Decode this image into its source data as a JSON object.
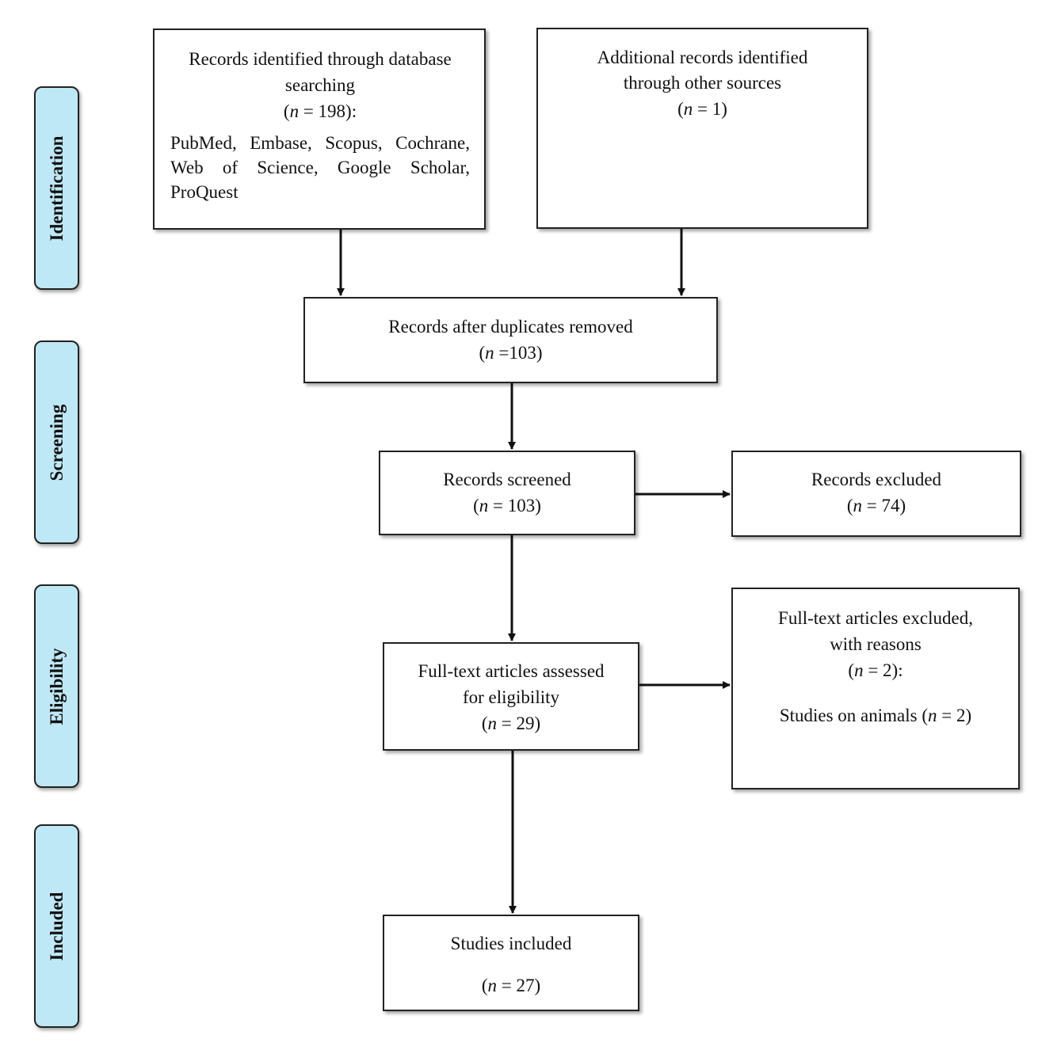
{
  "stages": {
    "identification": "Identification",
    "screening": "Screening",
    "eligibility": "Eligibility",
    "included": "Included"
  },
  "boxes": {
    "database": {
      "line1": "Records identified through database",
      "line2": "searching",
      "count": "(n = 198):",
      "sources": "PubMed, Embase, Scopus, Cochrane, Web of Science, Google Scholar, ProQuest"
    },
    "other": {
      "line1": "Additional records identified",
      "line2": "through other sources",
      "count": "(n = 1)"
    },
    "duplicates": {
      "line1": "Records after duplicates removed",
      "count": "(n =103)"
    },
    "screened": {
      "line1": "Records screened",
      "count": "(n = 103)"
    },
    "excluded": {
      "line1": "Records excluded",
      "count": "(n = 74)"
    },
    "fulltext": {
      "line1": "Full-text articles assessed",
      "line2": "for eligibility",
      "count": "(n = 29)"
    },
    "fulltext_excluded": {
      "line1": "Full-text articles excluded,",
      "line2": "with reasons",
      "count": "(n = 2):",
      "reason": "Studies on animals (n = 2)"
    },
    "included": {
      "line1": "Studies included",
      "count": "(n = 27)"
    }
  }
}
